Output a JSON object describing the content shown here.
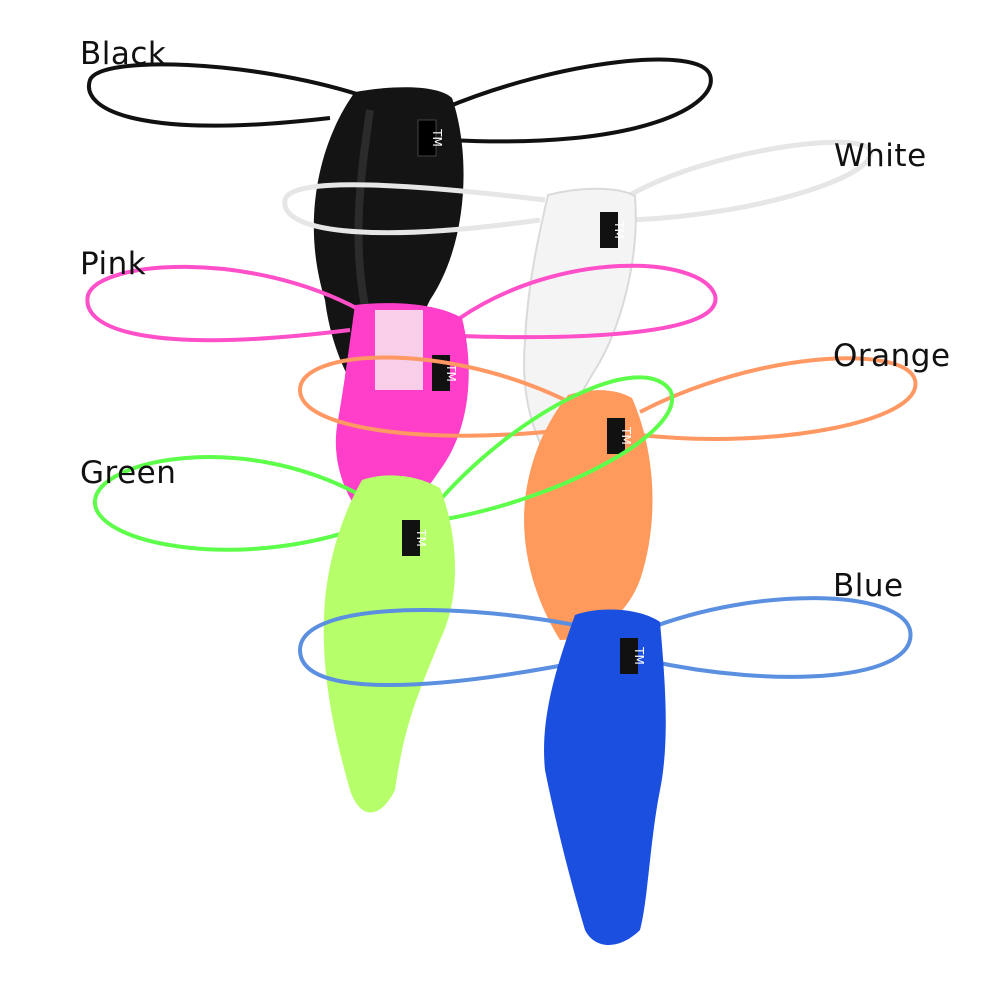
{
  "labels": {
    "black": "Black",
    "white": "White",
    "pink": "Pink",
    "orange": "Orange",
    "green": "Green",
    "blue": "Blue"
  },
  "tag_text": "TM",
  "colors": {
    "black": "#141414",
    "white": "#f4f4f4",
    "pink": "#ff3ec9",
    "orange": "#ff9a5c",
    "green": "#b6ff6a",
    "blue": "#1a4fe0",
    "black_cord": "#111111",
    "white_cord": "#e6e6e6",
    "pink_cord": "#ff4fc9",
    "orange_cord": "#ff9863",
    "green_cord": "#5eff4a",
    "blue_cord": "#5b8fe0"
  }
}
